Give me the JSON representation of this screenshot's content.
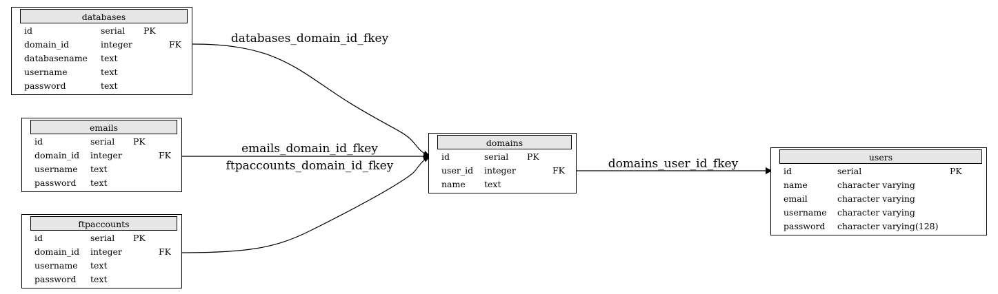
{
  "tables": [
    {
      "id": "databases",
      "title": "databases",
      "columns": [
        {
          "name": "id",
          "type": "serial",
          "key": "PK"
        },
        {
          "name": "domain_id",
          "type": "integer",
          "key": "FK"
        },
        {
          "name": "databasename",
          "type": "text",
          "key": ""
        },
        {
          "name": "username",
          "type": "text",
          "key": ""
        },
        {
          "name": "password",
          "type": "text",
          "key": ""
        }
      ]
    },
    {
      "id": "emails",
      "title": "emails",
      "columns": [
        {
          "name": "id",
          "type": "serial",
          "key": "PK"
        },
        {
          "name": "domain_id",
          "type": "integer",
          "key": "FK"
        },
        {
          "name": "username",
          "type": "text",
          "key": ""
        },
        {
          "name": "password",
          "type": "text",
          "key": ""
        }
      ]
    },
    {
      "id": "ftpaccounts",
      "title": "ftpaccounts",
      "columns": [
        {
          "name": "id",
          "type": "serial",
          "key": "PK"
        },
        {
          "name": "domain_id",
          "type": "integer",
          "key": "FK"
        },
        {
          "name": "username",
          "type": "text",
          "key": ""
        },
        {
          "name": "password",
          "type": "text",
          "key": ""
        }
      ]
    },
    {
      "id": "domains",
      "title": "domains",
      "columns": [
        {
          "name": "id",
          "type": "serial",
          "key": "PK"
        },
        {
          "name": "user_id",
          "type": "integer",
          "key": "FK"
        },
        {
          "name": "name",
          "type": "text",
          "key": ""
        }
      ]
    },
    {
      "id": "users",
      "title": "users",
      "columns": [
        {
          "name": "id",
          "type": "serial",
          "key": "PK"
        },
        {
          "name": "name",
          "type": "character varying",
          "key": ""
        },
        {
          "name": "email",
          "type": "character varying",
          "key": ""
        },
        {
          "name": "username",
          "type": "character varying",
          "key": ""
        },
        {
          "name": "password",
          "type": "character varying(128)",
          "key": ""
        }
      ]
    }
  ],
  "relations": [
    {
      "id": "databases_domain_id_fkey",
      "label": "databases_domain_id_fkey",
      "from": "databases",
      "to": "domains"
    },
    {
      "id": "emails_domain_id_fkey",
      "label": "emails_domain_id_fkey",
      "from": "emails",
      "to": "domains"
    },
    {
      "id": "ftpaccounts_domain_id_fkey",
      "label": "ftpaccounts_domain_id_fkey",
      "from": "ftpaccounts",
      "to": "domains"
    },
    {
      "id": "domains_user_id_fkey",
      "label": "domains_user_id_fkey",
      "from": "domains",
      "to": "users"
    }
  ]
}
